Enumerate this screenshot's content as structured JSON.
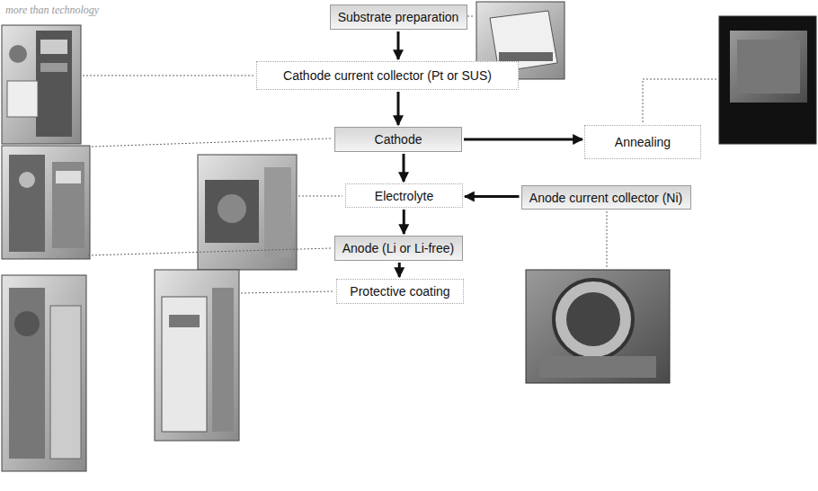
{
  "diagram": {
    "nodes": [
      {
        "text": [
          "Substrate preparation"
        ]
      },
      {
        "text": [
          "Cathode current collector (Pt or SUS)"
        ]
      },
      {
        "text": [
          "Cathode"
        ]
      },
      {
        "text": [
          "Annealing"
        ]
      },
      {
        "text": [
          "Electrolyte"
        ]
      },
      {
        "text": [
          "Anode current collector (Ni)"
        ]
      },
      {
        "text": [
          "Anode (Li or Li-free)"
        ]
      },
      {
        "text": [
          "Protective coating"
        ]
      }
    ],
    "edges": [
      {
        "from": 0,
        "to": 1,
        "arrow": "to"
      },
      {
        "from": 1,
        "to": 2,
        "arrow": "to"
      },
      {
        "from": 2,
        "to": 3,
        "arrow": "to"
      },
      {
        "from": 2,
        "to": 4,
        "arrow": "to"
      },
      {
        "from": 5,
        "to": 4,
        "arrow": "to"
      },
      {
        "from": 4,
        "to": 6,
        "arrow": "to"
      },
      {
        "from": 6,
        "to": 7,
        "arrow": "to"
      }
    ],
    "labels": [
      "more than technology"
    ]
  }
}
